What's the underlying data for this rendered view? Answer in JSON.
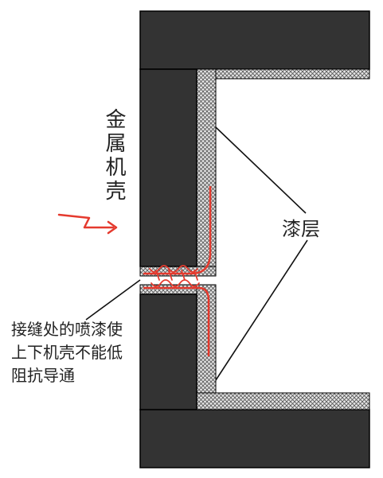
{
  "labels": {
    "metal_shell": "金属机壳",
    "paint_layer": "漆层",
    "seam_note": "接缝处的喷漆使上下机壳不能低阻抗导通"
  },
  "colors": {
    "metal": "#333333",
    "paint_fill": "#e6e6e6",
    "paint_hatch": "#555555",
    "current_path": "#e53a2e",
    "leader_line": "#111111"
  }
}
